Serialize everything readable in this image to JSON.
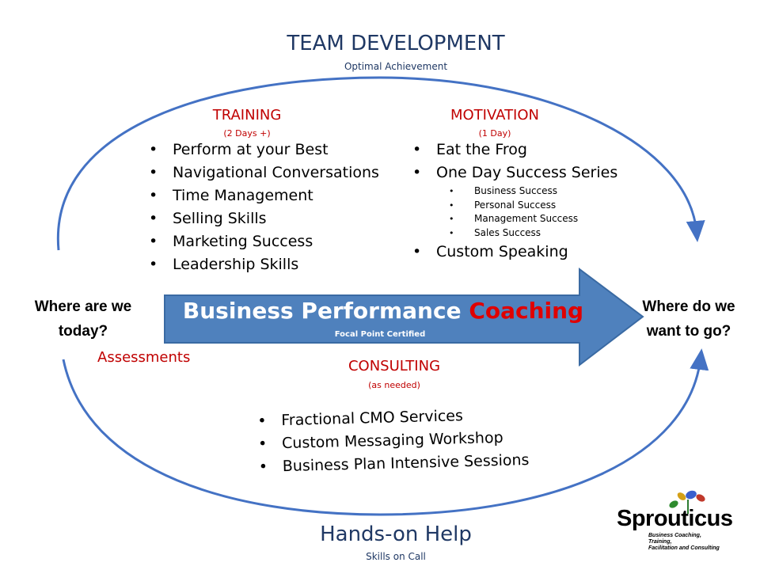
{
  "header": {
    "title": "TEAM DEVELOPMENT",
    "subtitle": "Optimal Achievement"
  },
  "training": {
    "title": "TRAINING",
    "subtitle": "(2 Days +)",
    "items": [
      "Perform at your Best",
      "Navigational Conversations",
      "Time Management",
      "Selling Skills",
      "Marketing Success",
      "Leadership Skills"
    ]
  },
  "motivation": {
    "title": "MOTIVATION",
    "subtitle": "(1 Day)",
    "items": [
      "Eat the Frog",
      "One Day Success Series"
    ],
    "sub_items": [
      "Business Success",
      "Personal Success",
      "Management Success",
      "Sales Success"
    ],
    "last_item": "Custom Speaking"
  },
  "left_label": {
    "line1": "Where are we",
    "line2": "today?"
  },
  "right_label": {
    "line1": "Where do we",
    "line2": "want to go?"
  },
  "arrow": {
    "title_part1": "Business Performance",
    "title_part2": "Coaching",
    "subtitle": "Focal Point Certified"
  },
  "assessments": "Assessments",
  "consulting": {
    "title": "CONSULTING",
    "subtitle": "(as needed)",
    "items": [
      "Fractional CMO Services",
      "Custom Messaging Workshop",
      "Business Plan Intensive Sessions"
    ]
  },
  "footer": {
    "title": "Hands-on Help",
    "subtitle": "Skills on Call"
  },
  "logo": {
    "name": "Sprouticus",
    "tagline_line1": "Business Coaching, Training,",
    "tagline_line2": "Facilitation and Consulting"
  },
  "colors": {
    "arc": "#4472c4",
    "arrow_fill": "#4f81bd",
    "accent_red": "#c00000",
    "navy": "#1f3864"
  }
}
